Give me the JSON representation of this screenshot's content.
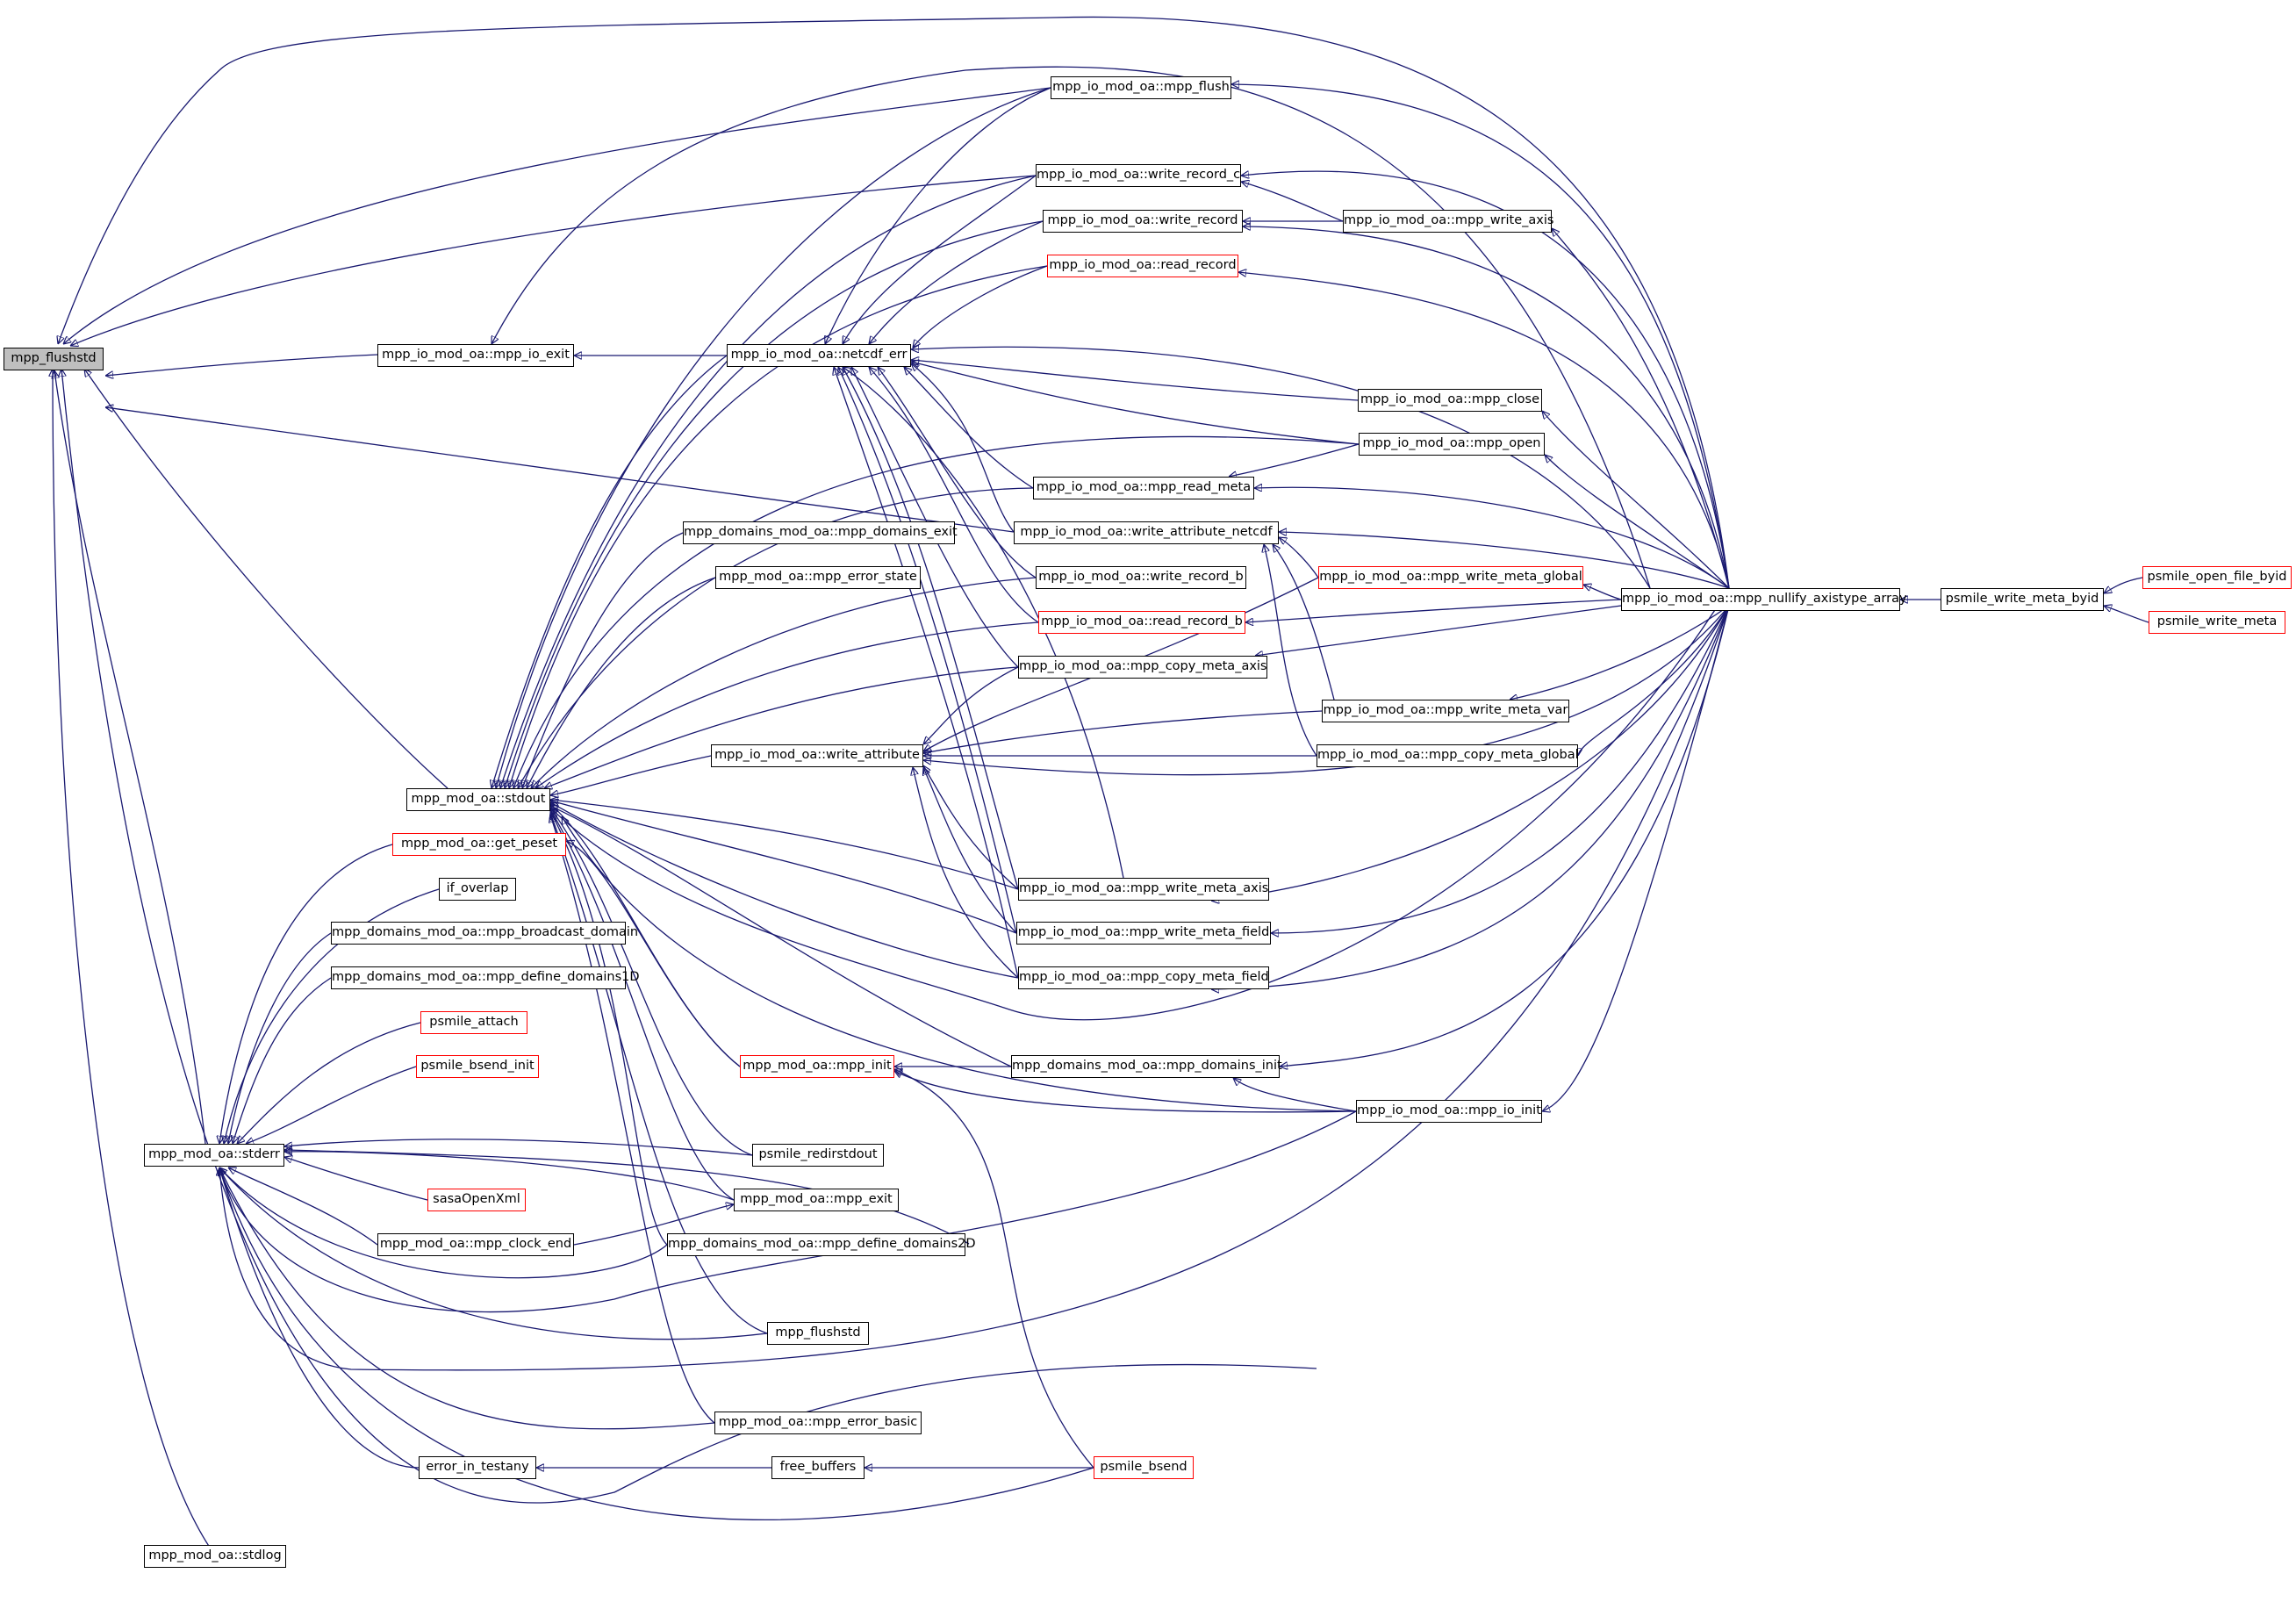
{
  "colors": {
    "edge": "#191970",
    "node_border": "#000000",
    "node_border_incomplete": "#ff0000",
    "current_node_fill": "#bfbfbf",
    "background": "#ffffff"
  },
  "nodes": {
    "root_flushstd": "mpp_flushstd",
    "mpp_flush": "mpp_io_mod_oa::mpp_flush",
    "write_record_c": "mpp_io_mod_oa::write_record_c",
    "write_record": "mpp_io_mod_oa::write_record",
    "mpp_write_axis": "mpp_io_mod_oa::mpp_write_axis",
    "read_record": "mpp_io_mod_oa::read_record",
    "mpp_io_exit": "mpp_io_mod_oa::mpp_io_exit",
    "netcdf_err": "mpp_io_mod_oa::netcdf_err",
    "mpp_close": "mpp_io_mod_oa::mpp_close",
    "mpp_open": "mpp_io_mod_oa::mpp_open",
    "mpp_read_meta": "mpp_io_mod_oa::mpp_read_meta",
    "mpp_domains_exit": "mpp_domains_mod_oa::mpp_domains_exit",
    "write_attribute_netcdf": "mpp_io_mod_oa::write_attribute_netcdf",
    "mpp_error_state": "mpp_mod_oa::mpp_error_state",
    "write_record_b": "mpp_io_mod_oa::write_record_b",
    "mpp_write_meta_global": "mpp_io_mod_oa::mpp_write_meta_global",
    "mpp_nullify_axistype_array": "mpp_io_mod_oa::mpp_nullify_axistype_array",
    "psmile_write_meta_byid": "psmile_write_meta_byid",
    "psmile_open_file_byid": "psmile_open_file_byid",
    "psmile_write_meta": "psmile_write_meta",
    "read_record_b": "mpp_io_mod_oa::read_record_b",
    "mpp_copy_meta_axis": "mpp_io_mod_oa::mpp_copy_meta_axis",
    "mpp_write_meta_var": "mpp_io_mod_oa::mpp_write_meta_var",
    "write_attribute": "mpp_io_mod_oa::write_attribute",
    "mpp_copy_meta_global": "mpp_io_mod_oa::mpp_copy_meta_global",
    "stdout": "mpp_mod_oa::stdout",
    "get_peset": "mpp_mod_oa::get_peset",
    "mpp_write_meta_axis": "mpp_io_mod_oa::mpp_write_meta_axis",
    "if_overlap": "if_overlap",
    "mpp_write_meta_field": "mpp_io_mod_oa::mpp_write_meta_field",
    "mpp_broadcast_domain": "mpp_domains_mod_oa::mpp_broadcast_domain",
    "mpp_define_domains1D": "mpp_domains_mod_oa::mpp_define_domains1D",
    "mpp_copy_meta_field": "mpp_io_mod_oa::mpp_copy_meta_field",
    "psmile_attach": "psmile_attach",
    "psmile_bsend_init": "psmile_bsend_init",
    "mpp_init": "mpp_mod_oa::mpp_init",
    "mpp_domains_init": "mpp_domains_mod_oa::mpp_domains_init",
    "mpp_io_init": "mpp_io_mod_oa::mpp_io_init",
    "stderr": "mpp_mod_oa::stderr",
    "psmile_redirstdout": "psmile_redirstdout",
    "sasaOpenXml": "sasaOpenXml",
    "mpp_exit": "mpp_mod_oa::mpp_exit",
    "mpp_clock_end": "mpp_mod_oa::mpp_clock_end",
    "mpp_define_domains2D": "mpp_domains_mod_oa::mpp_define_domains2D",
    "mpp_flushstd_leaf": "mpp_flushstd",
    "mpp_error_basic": "mpp_mod_oa::mpp_error_basic",
    "error_in_testany": "error_in_testany",
    "free_buffers": "free_buffers",
    "psmile_bsend": "psmile_bsend",
    "stdlog": "mpp_mod_oa::stdlog"
  }
}
